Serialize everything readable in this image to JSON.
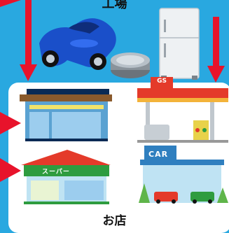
{
  "labels": {
    "top": "工場",
    "bottom": "お店",
    "gas_station_sign": "GS",
    "car_dealer_sign": "CAR",
    "supermarket_sign": "スーパー"
  },
  "colors": {
    "background": "#29a8e0",
    "arrow": "#e8132b",
    "panel": "#ffffff",
    "car": "#1a4fc9",
    "store_roof": "#0a2a55",
    "gs_canopy": "#e43a2a",
    "car_dealer": "#2f7fbf",
    "supermarket_roof": "#2e9c3f"
  },
  "items": {
    "products": [
      "car",
      "fridge",
      "can"
    ],
    "shops": [
      "convenience-store",
      "gas-station",
      "supermarket",
      "car-dealer"
    ]
  }
}
